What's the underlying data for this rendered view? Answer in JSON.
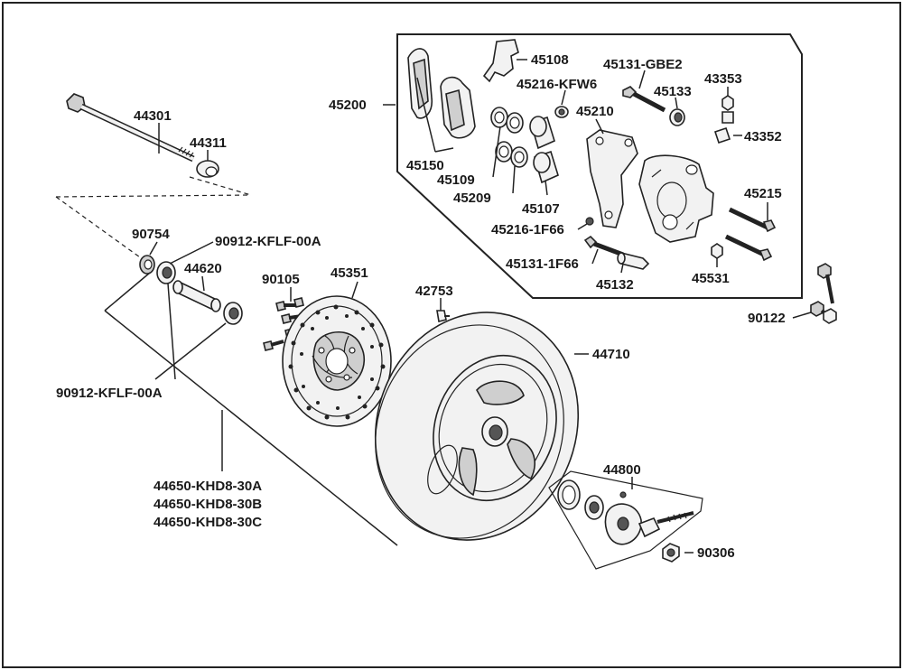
{
  "parts": {
    "p44301": "44301",
    "p44311": "44311",
    "p90754": "90754",
    "p90912_top": "90912-KFLF-00A",
    "p44620": "44620",
    "p90912_bottom": "90912-KFLF-00A",
    "p90105": "90105",
    "p45351": "45351",
    "p42753": "42753",
    "p44710": "44710",
    "p44650_a": "44650-KHD8-30A",
    "p44650_b": "44650-KHD8-30B",
    "p44650_c": "44650-KHD8-30C",
    "p44800": "44800",
    "p90306": "90306",
    "p90122": "90122",
    "p45200": "45200",
    "p45108": "45108",
    "p45131_gbe2": "45131-GBE2",
    "p45216_kfw6": "45216-KFW6",
    "p45133": "45133",
    "p43353": "43353",
    "p45210": "45210",
    "p43352": "43352",
    "p45150": "45150",
    "p45109": "45109",
    "p45209": "45209",
    "p45107": "45107",
    "p45216_1f66": "45216-1F66",
    "p45215": "45215",
    "p45131_1f66": "45131-1F66",
    "p45132": "45132",
    "p45531": "45531"
  }
}
